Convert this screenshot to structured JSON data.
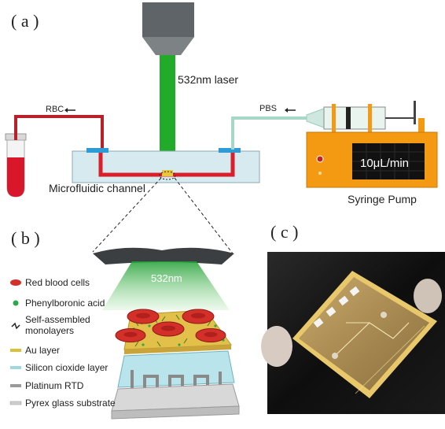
{
  "panels": {
    "a": "( a )",
    "b": "( b )",
    "c": "( c )"
  },
  "panel_a": {
    "laser_label": "532nm laser",
    "rbc_label": "RBC",
    "pbs_label": "PBS",
    "channel_label": "Microfluidic channel",
    "pump_display": "10μL/min",
    "pump_label": "Syringe Pump"
  },
  "panel_b": {
    "beam_label": "532nm",
    "legend": [
      {
        "label": "Red blood cells",
        "icon": "red-blood-cell-icon",
        "color": "#d4302a"
      },
      {
        "label": "Phenylboronic acid",
        "icon": "green-dot-icon",
        "color": "#2fa84a"
      },
      {
        "label": "Self-assembled\nmonolayers",
        "icon": "squiggle-icon",
        "color": "#222222"
      },
      {
        "label": "Au layer",
        "icon": "gold-bar-icon",
        "color": "#d9c23a"
      },
      {
        "label": "Silicon cioxide layer",
        "icon": "cyan-bar-icon",
        "color": "#9fd8e0"
      },
      {
        "label": "Platinum RTD",
        "icon": "grey-bar-icon",
        "color": "#9a9a9a"
      },
      {
        "label": "Pyrex glass substrate",
        "icon": "light-grey-bar-icon",
        "color": "#cfcfcf"
      }
    ]
  },
  "colors": {
    "laser_green": "#22aa2a",
    "tubing_red": "#b8202a",
    "tubing_teal": "#a6d8c8",
    "pump_orange": "#f49a12",
    "gold": "#e2c04a"
  }
}
